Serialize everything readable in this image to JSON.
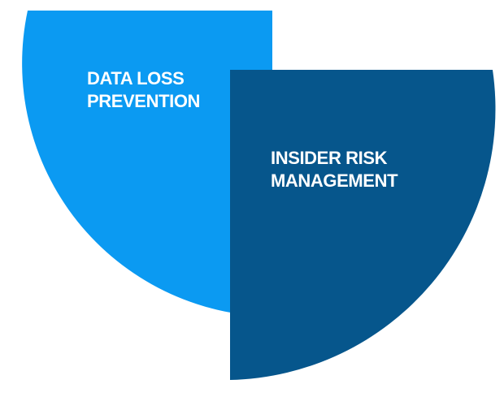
{
  "page": {
    "background": "#FFFFFF"
  },
  "diagram": {
    "kind": "overlapping-petal-venn",
    "shapes": [
      {
        "id": "data-loss-prevention",
        "label_lines": [
          "DATA LOSS",
          "PREVENTION"
        ],
        "fill": "#0B9AF2",
        "text_color": "#FFFFFF"
      },
      {
        "id": "insider-risk-management",
        "label_lines": [
          "INSIDER RISK",
          "MANAGEMENT"
        ],
        "fill": "#06568C",
        "text_color": "#FFFFFF"
      }
    ]
  }
}
